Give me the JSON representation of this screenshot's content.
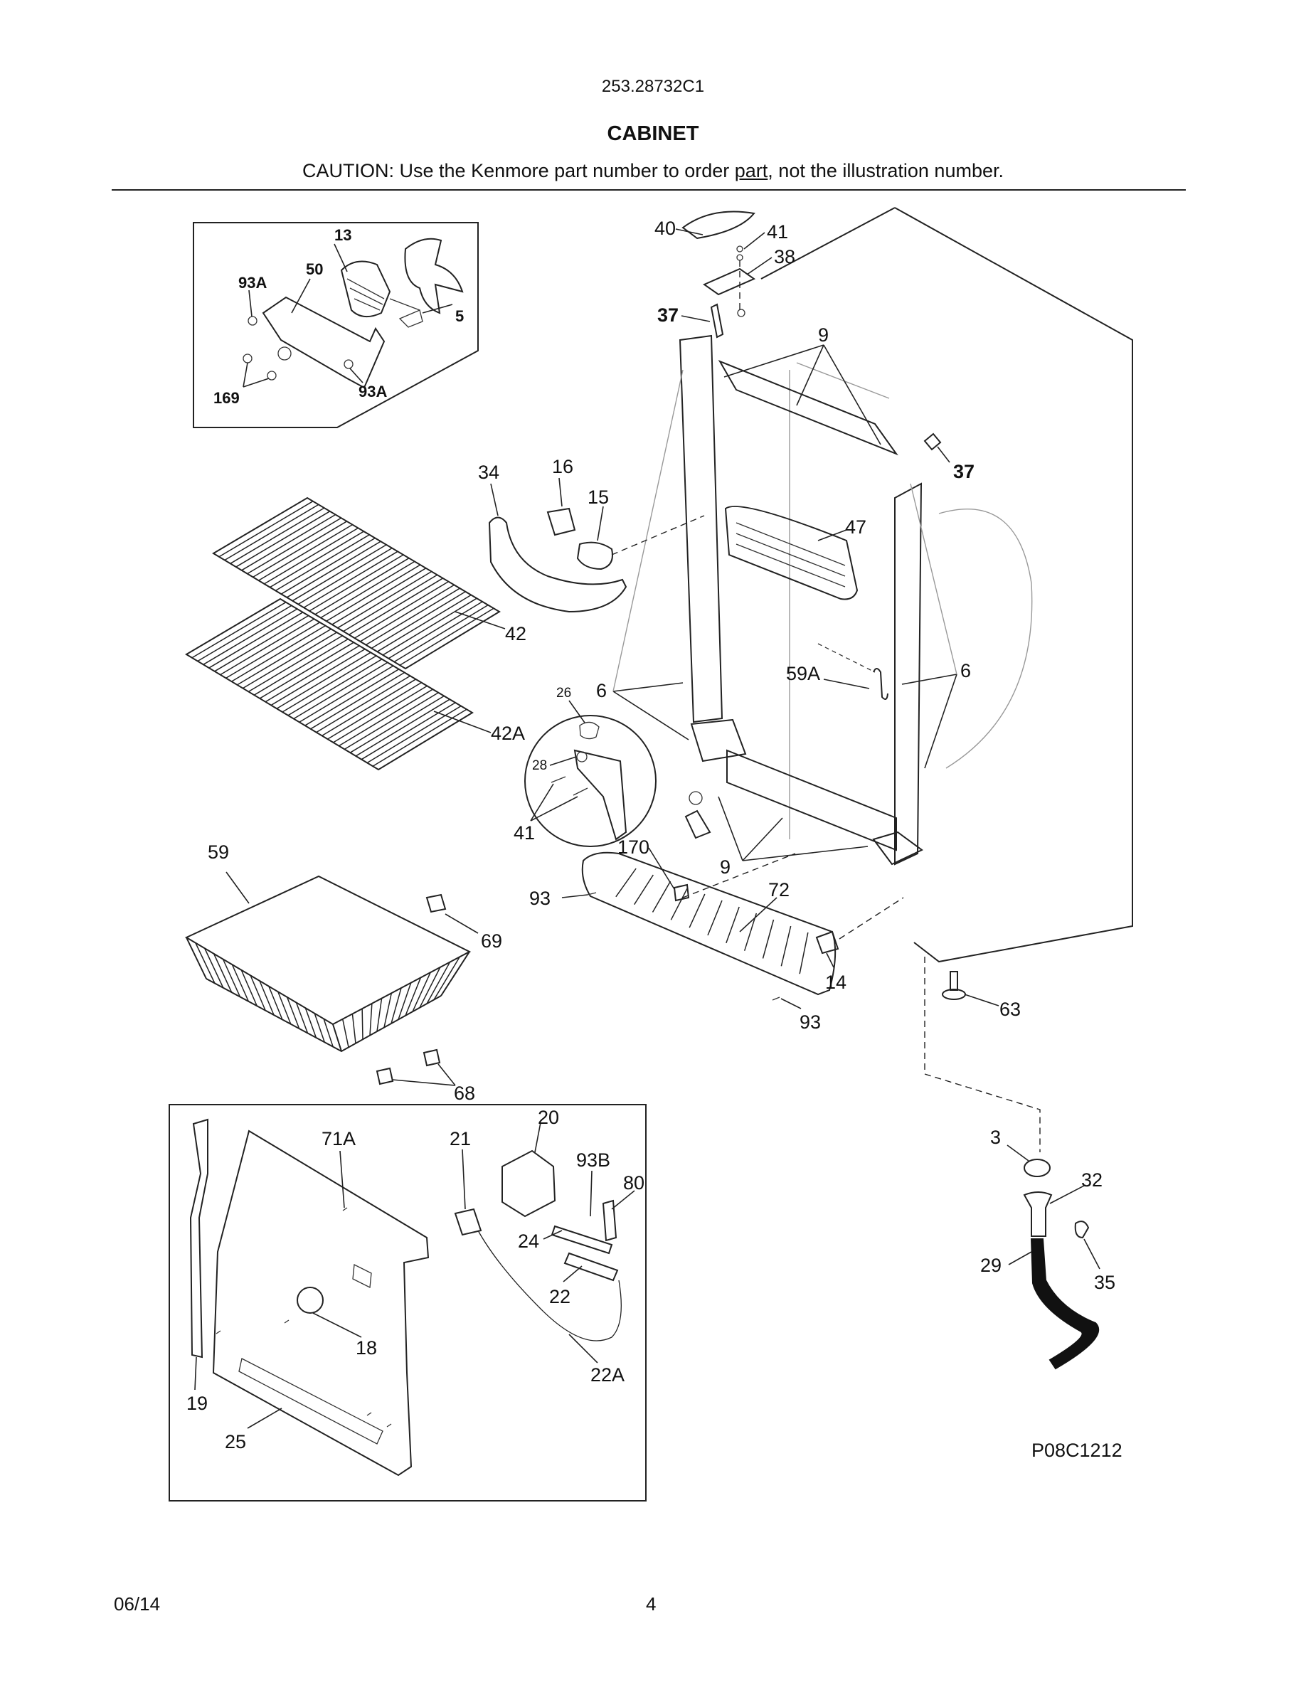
{
  "header": {
    "model": "253.28732C1",
    "title": "CABINET",
    "caution_before": "CAUTION: Use the Kenmore part number to order ",
    "caution_underlined": "part",
    "caution_after": ", not the illustration number."
  },
  "callouts": {
    "c13": "13",
    "c93A_a": "93A",
    "c50": "50",
    "c5": "5",
    "c169": "169",
    "c93A_b": "93A",
    "c40": "40",
    "c41_top": "41",
    "c38": "38",
    "c37_top": "37",
    "c9_top": "9",
    "c37_right": "37",
    "c34": "34",
    "c16": "16",
    "c15": "15",
    "c47": "47",
    "c42": "42",
    "c42A": "42A",
    "c26": "26",
    "c6_left": "6",
    "c59A": "59A",
    "c6_right": "6",
    "c28": "28",
    "c41_mid": "41",
    "c59": "59",
    "c170": "170",
    "c9_bot": "9",
    "c72": "72",
    "c93_a": "93",
    "c69": "69",
    "c14": "14",
    "c93_b": "93",
    "c63": "63",
    "c68": "68",
    "c71A": "71A",
    "c21": "21",
    "c20": "20",
    "c93B": "93B",
    "c80": "80",
    "c24": "24",
    "c22": "22",
    "c18": "18",
    "c22A": "22A",
    "c19": "19",
    "c25": "25",
    "c3": "3",
    "c32": "32",
    "c29": "29",
    "c35": "35"
  },
  "figure_id": "P08C1212",
  "footer": {
    "date": "06/14",
    "page": "4"
  }
}
